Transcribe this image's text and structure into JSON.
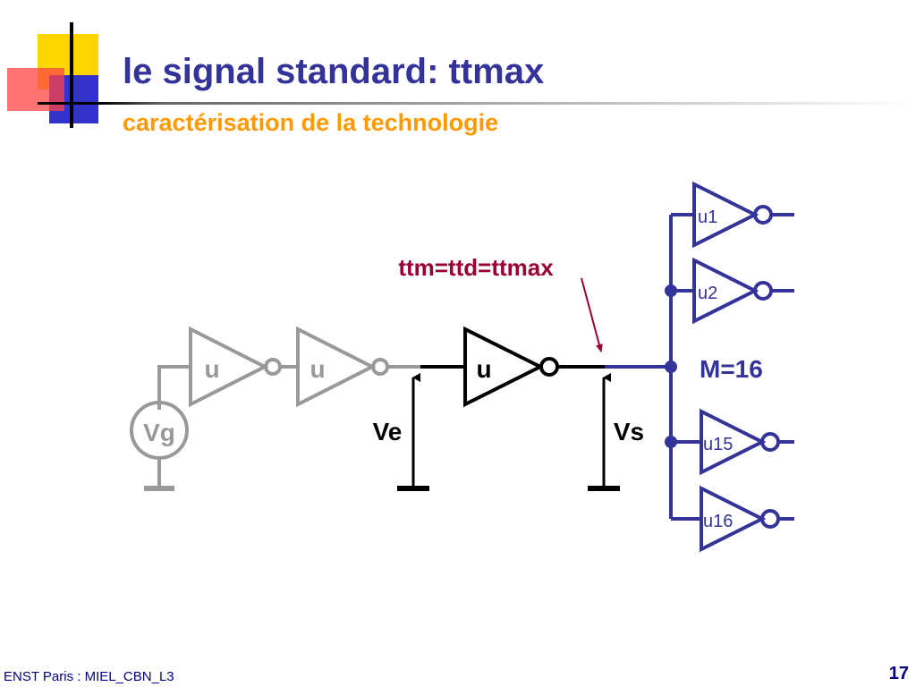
{
  "slide": {
    "title": "le signal standard: ttmax",
    "subtitle": "caractérisation de la technologie",
    "footer": "ENST Paris : MIEL_CBN_L3",
    "page_number": "17"
  },
  "diagram": {
    "source_label": "Vg",
    "buffer1_label": "u",
    "buffer2_label": "u",
    "main_inverter_label": "u",
    "input_voltage_label": "Ve",
    "output_voltage_label": "Vs",
    "annotation": "ttm=ttd=ttmax",
    "fanout_label": "M=16",
    "load_labels": [
      "u1",
      "u2",
      "u15",
      "u16"
    ]
  },
  "colors": {
    "title": "#333399",
    "subtitle": "#FF9900",
    "annotation": "#990033",
    "load_blue": "#333399",
    "gray": "#999999"
  }
}
